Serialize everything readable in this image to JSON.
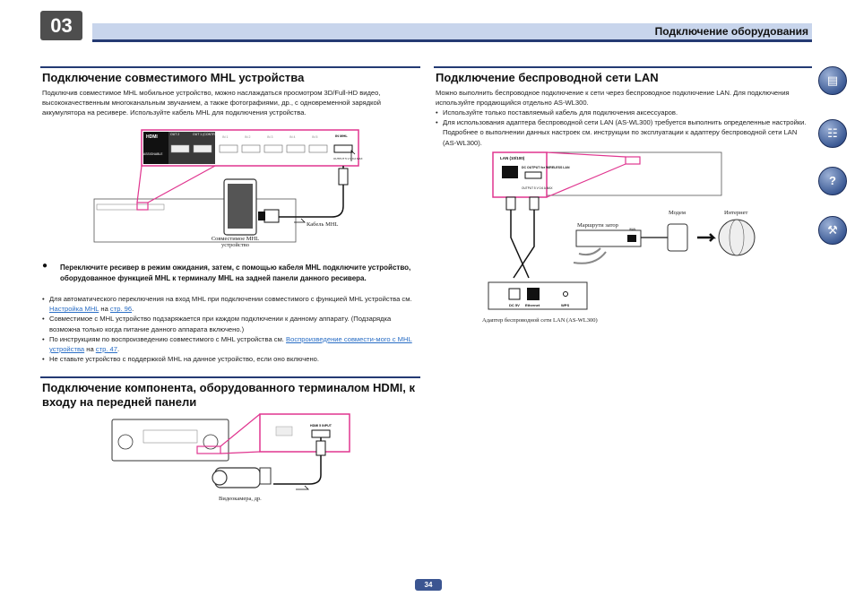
{
  "header": {
    "chapter": "03",
    "title": "Подключение оборудования"
  },
  "mhl": {
    "title": "Подключение совместимого MHL устройства",
    "intro": "Подключив совместимое MHL мобильное устройство, можно наслаждаться просмотром 3D/Full-HD видео, высококачественным многоканальным звучанием, а также фотографиями, др., с одновременной зарядкой аккумулятора на ресивере. Используйте кабель MHL для подключения устройства.",
    "figure": {
      "device_caption": "Совместимое MHL устройство",
      "cable_caption": "Кабель MHL",
      "hdmi_label": "HDMI",
      "assignable_label": "ASSIGNABLE",
      "out1_label": "OUT 1 (CONTROL)",
      "out2_label": "OUT 2",
      "mhl_in_label": "IN MHL",
      "output_label": "OUTPUT 5 V 0.9 A MAX",
      "in_labels": [
        "IN 1",
        "IN 2",
        "IN 3",
        "IN 4",
        "IN 5"
      ]
    },
    "step": "Переключите ресивер в режим ожидания, затем, с помощью кабеля MHL подключите устройство, оборудованное функцией MHL к терминалу MHL на задней панели данного ресивера.",
    "b1_pre": "Для автоматического переключения на вход MHL при подключении совместимого с функцией MHL устройства см.",
    "b1_link1": "Настройка MHL",
    "b1_mid": "на",
    "b1_link2": "стр. 96",
    "b1_end": ".",
    "b2": "Совместимое с MHL устройство подзаряжается при каждом подключении к данному аппарату. (Подзарядка возможна только когда питание данного аппарата включено.)",
    "b3_pre": "По инструкциям по воспроизведению совместимого с MHL устройства см.",
    "b3_link1": "Воспроизведение совмести-мого с MHL устройства",
    "b3_mid": "на",
    "b3_link2": "стр. 47",
    "b3_end": ".",
    "b4": "Не ставьте устройство с поддержкой MHL на данное устройство, если оно включено."
  },
  "hdmi_front": {
    "title": "Подключение компонента, оборудованного терминалом HDMI, к входу на передней панели",
    "caption": "Видеокамера, др.",
    "port_label": "HDMI 5 INPUT"
  },
  "lan": {
    "title": "Подключение беспроводной сети LAN",
    "intro": "Можно выполнить беспроводное подключение к сети через беспроводное подключение LAN. Для подключения используйте продающийся отдельно AS-WL300.",
    "b1": "Используйте только поставляемый кабель для подключения аксессуаров.",
    "b2": "Для использования адаптера беспроводной сети LAN (AS-WL300) требуется выполнить определенные настройки. Подробнее о выполнении данных настроек см. инструкции по эксплуатации к адаптеру беспроводной сети LAN (AS-WL300).",
    "figure": {
      "lan_label": "LAN (10/100)",
      "dc_output_label": "DC OUTPUT for WIRELESS LAN",
      "output_label": "OUTPUT 5 V 0.6 A MAX",
      "router_caption": "Маршрути затор",
      "modem_caption": "Модем",
      "internet_caption": "Интернет",
      "adapter_caption": "Адаптер беспроводной сети LAN (AS-WL300)",
      "dc_port": "DC 5V",
      "eth_port": "Ethernet",
      "wps_port": "WPS",
      "wan_label": "WAN"
    }
  },
  "sidebar": {
    "icons": [
      "book-icon",
      "remote-icon",
      "question-icon",
      "tools-icon"
    ]
  },
  "footer": {
    "page_number": "34"
  },
  "colors": {
    "accent": "#243a73",
    "header_bar": "#c8d5ec",
    "highlight": "#e0358f",
    "link": "#2a6ec5"
  }
}
